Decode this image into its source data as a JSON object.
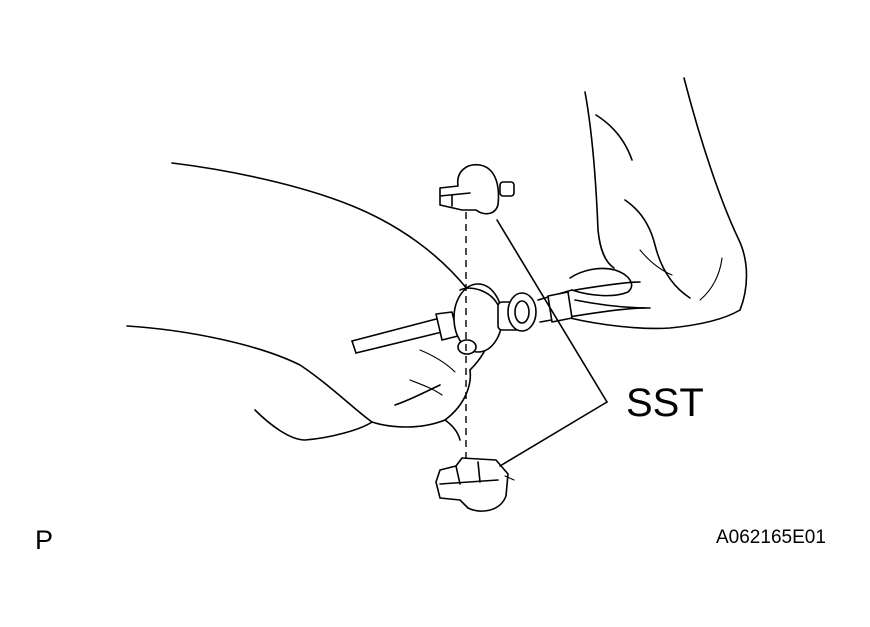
{
  "labels": {
    "sst": "SST",
    "view": "P",
    "figure_code": "A062165E01"
  },
  "colors": {
    "ink": "#000000",
    "background": "#ffffff"
  }
}
